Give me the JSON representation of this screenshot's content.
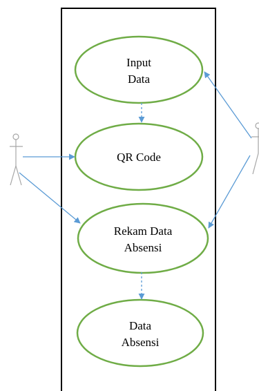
{
  "use_cases": [
    {
      "id": "input-data",
      "lines": [
        "Input",
        "Data"
      ]
    },
    {
      "id": "qr-code",
      "lines": [
        "QR Code"
      ]
    },
    {
      "id": "rekam-data-absensi",
      "lines": [
        "Rekam Data",
        "Absensi"
      ]
    },
    {
      "id": "data-absensi",
      "lines": [
        "Data",
        "Absensi"
      ]
    }
  ],
  "colors": {
    "ellipse_stroke": "#6fac46",
    "arrow": "#5b9bd5",
    "boundary": "#000000",
    "actor": "#a6a6a6",
    "text": "#000000"
  }
}
